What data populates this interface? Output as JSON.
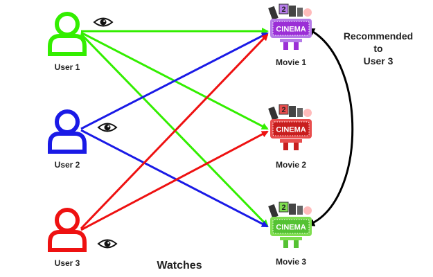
{
  "users": [
    {
      "label": "User 1",
      "color": "#33ee00"
    },
    {
      "label": "User 2",
      "color": "#1a1ae6"
    },
    {
      "label": "User 3",
      "color": "#ee1111"
    }
  ],
  "movies": [
    {
      "label": "Movie 1",
      "board_text": "CINEMA",
      "ticket_number": "2",
      "color": "#b57be8",
      "board_color": "#9b2fd6"
    },
    {
      "label": "Movie 2",
      "board_text": "CINEMA",
      "ticket_number": "2",
      "color": "#e84d4d",
      "board_color": "#c81e1e"
    },
    {
      "label": "Movie 3",
      "board_text": "CINEMA",
      "ticket_number": "2",
      "color": "#7fde4f",
      "board_color": "#55c233"
    }
  ],
  "edges": [
    {
      "from": "User 1",
      "to": "Movie 1",
      "color": "#33ee00"
    },
    {
      "from": "User 1",
      "to": "Movie 2",
      "color": "#33ee00"
    },
    {
      "from": "User 1",
      "to": "Movie 3",
      "color": "#33ee00"
    },
    {
      "from": "User 2",
      "to": "Movie 1",
      "color": "#1a1ae6"
    },
    {
      "from": "User 2",
      "to": "Movie 3",
      "color": "#1a1ae6"
    },
    {
      "from": "User 3",
      "to": "Movie 1",
      "color": "#ee1111"
    },
    {
      "from": "User 3",
      "to": "Movie 2",
      "color": "#ee1111"
    }
  ],
  "recommendation": {
    "lines": [
      "Recommended",
      "to",
      "User 3"
    ],
    "arrow_color": "#000000"
  },
  "edge_legend": "Watches",
  "icons": {
    "eye": "eye-icon",
    "user": "user-icon",
    "movie": "cinema-icon"
  }
}
